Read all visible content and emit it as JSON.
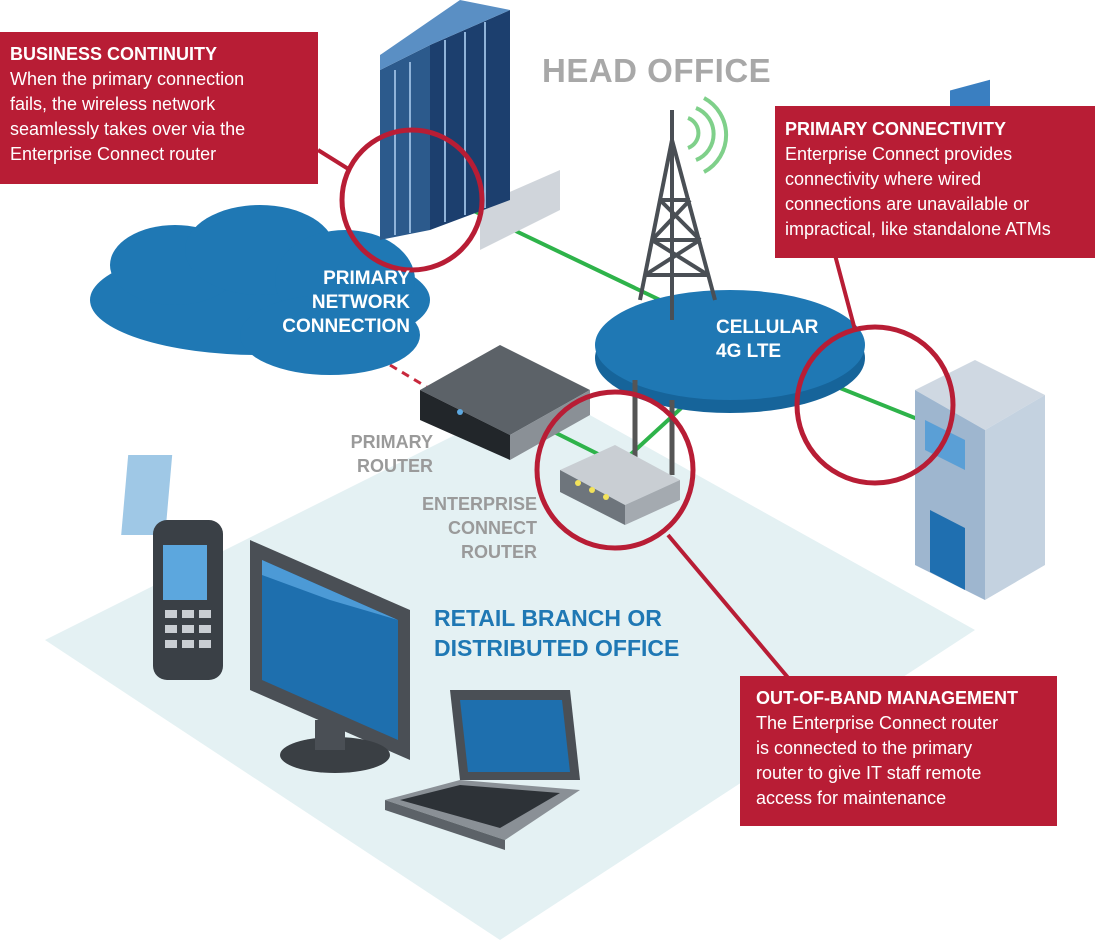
{
  "colors": {
    "callout_red": "#b81d35",
    "cloud_blue": "#1f78b4",
    "link_green": "#2eb34a",
    "link_red_dashed": "#c8283c",
    "floor": "#e4f1f3"
  },
  "labels": {
    "head_office": "HEAD OFFICE",
    "primary_network": [
      "PRIMARY",
      "NETWORK",
      "CONNECTION"
    ],
    "cellular": [
      "CELLULAR",
      "4G LTE"
    ],
    "primary_router": [
      "PRIMARY",
      "ROUTER"
    ],
    "enterprise_router": [
      "ENTERPRISE",
      "CONNECT",
      "ROUTER"
    ],
    "retail": [
      "RETAIL BRANCH OR",
      "DISTRIBUTED OFFICE"
    ]
  },
  "callouts": {
    "business_continuity": {
      "title": "BUSINESS CONTINUITY",
      "lines": [
        "When the primary connection",
        "fails, the wireless network",
        "seamlessly takes over via the",
        "Enterprise Connect router"
      ]
    },
    "primary_connectivity": {
      "title": "PRIMARY CONNECTIVITY",
      "lines": [
        "Enterprise Connect provides",
        "connectivity where wired",
        "connections are unavailable or",
        "impractical, like standalone ATMs"
      ]
    },
    "out_of_band": {
      "title": "OUT-OF-BAND MANAGEMENT",
      "lines": [
        "The Enterprise Connect router",
        "is connected to the primary",
        "router to give IT staff remote",
        "access for maintenance"
      ]
    }
  }
}
